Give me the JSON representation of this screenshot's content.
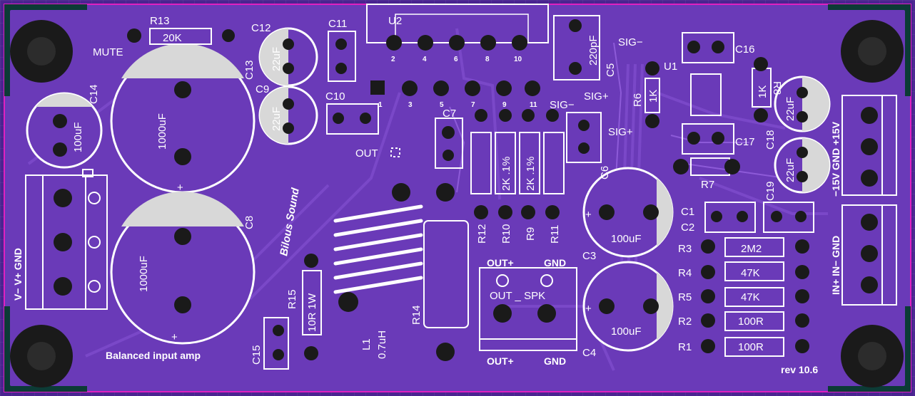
{
  "board": {
    "title": "Balanced input amp",
    "brand": "Bilous Sound",
    "revision": "rev 10.6"
  },
  "colors": {
    "board": "#6a3ab8",
    "silk": "#ffffff",
    "pad": "#1a1a1a",
    "trace": "#7a48c8",
    "copper_dark": "#0c3b36",
    "outline": "#e020c0"
  },
  "labels": {
    "r13": "R13",
    "r13_value": "20K",
    "mute": "MUTE",
    "c12": "C12",
    "c12_value": "22uF",
    "c13": "C13",
    "c9": "C9",
    "c9_value": "22uF",
    "c14": "C14",
    "c14_value": "100uF",
    "c8": "C8",
    "c8_value": "1000uF",
    "c13_value": "1000uF",
    "c11": "C11",
    "c10": "C10",
    "out": "OUT",
    "u2": "U2",
    "u2_pins_top": [
      "2",
      "4",
      "6",
      "8",
      "10"
    ],
    "u2_pins_bottom": [
      "1",
      "3",
      "5",
      "7",
      "9",
      "11"
    ],
    "c5": "C5",
    "c5_value": "220pF",
    "c7": "C7",
    "c6": "C6",
    "sig_minus": "SIG−",
    "sig_plus": "SIG+",
    "r12": "R12",
    "r10": "R10",
    "r9": "R9",
    "r11": "R11",
    "r10_value": "2K .1%",
    "r9_value": "2K .1%",
    "u1": "U1",
    "c16": "C16",
    "c17": "C17",
    "r6": "R6",
    "r6_value": "1K",
    "r8": "R8",
    "r8_value": "1K",
    "r7": "R7",
    "c18": "C18",
    "c18_value": "22uF",
    "c19": "C19",
    "c19_value": "22uF",
    "c1": "C1",
    "c2": "C2",
    "c3": "C3",
    "c3_value": "100uF",
    "c4": "C4",
    "c4_value": "100uF",
    "r3": "R3",
    "r3_value": "2M2",
    "r4": "R4",
    "r4_value": "47K",
    "r5": "R5",
    "r5_value": "47K",
    "r2": "R2",
    "r2_value": "100R",
    "r1": "R1",
    "r1_value": "100R",
    "power_right": "−15V GND +15V",
    "input_right": "IN+ IN− GND",
    "power_left": "V−  V+  GND",
    "r14": "R14",
    "l1": "L1",
    "l1_value": "0.7uH",
    "r15": "R15",
    "r15_value": "10R 1W",
    "c15": "C15",
    "out_plus": "OUT+",
    "gnd": "GND",
    "out_spk": "OUT _ SPK"
  }
}
